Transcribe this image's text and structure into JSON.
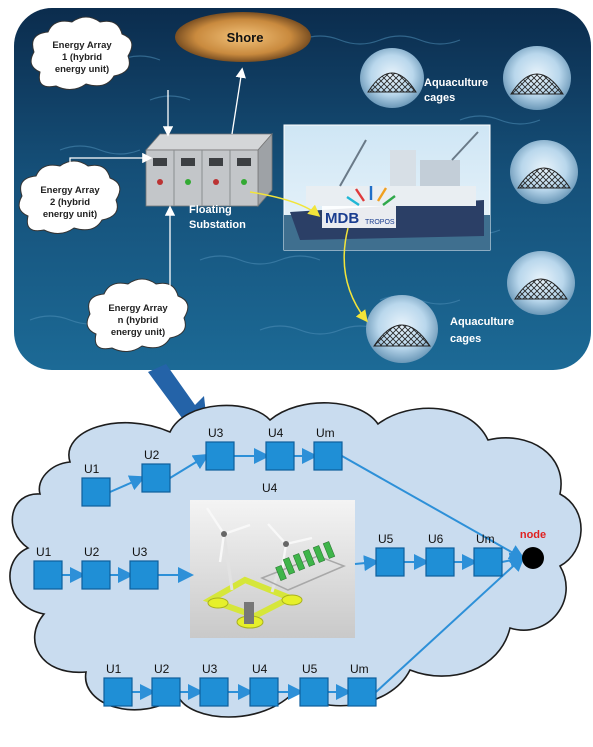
{
  "top": {
    "shore_label": "Shore",
    "energy_arrays": [
      {
        "lines": [
          "Energy Array",
          "1 (hybrid",
          "energy unit)"
        ]
      },
      {
        "lines": [
          "Energy Array",
          "2 (hybrid",
          "energy unit)"
        ]
      },
      {
        "lines": [
          "Energy Array",
          "n (hybrid",
          "energy unit)"
        ]
      }
    ],
    "substation_label": [
      "Floating",
      "Substation"
    ],
    "aquaculture_top": [
      "Aquaculture",
      "cages"
    ],
    "aquaculture_bottom": [
      "Aquaculture",
      "cages"
    ],
    "mdb_logo": "MDB",
    "mdb_logo_sub": "TROPOS"
  },
  "bottom": {
    "node_label": "node",
    "turbine_label": "U4",
    "row1": [
      "U1",
      "U2",
      "U3",
      "U4",
      "Um"
    ],
    "row2": [
      "U1",
      "U2",
      "U3",
      "U5",
      "U6",
      "Um"
    ],
    "row3": [
      "U1",
      "U2",
      "U3",
      "U4",
      "U5",
      "Um"
    ]
  },
  "colors": {
    "box": "#1f8fd6",
    "flow": "#2d90d8",
    "node": "#000000",
    "node_label": "#e02020",
    "connector_yellow": "#f2e43a"
  }
}
